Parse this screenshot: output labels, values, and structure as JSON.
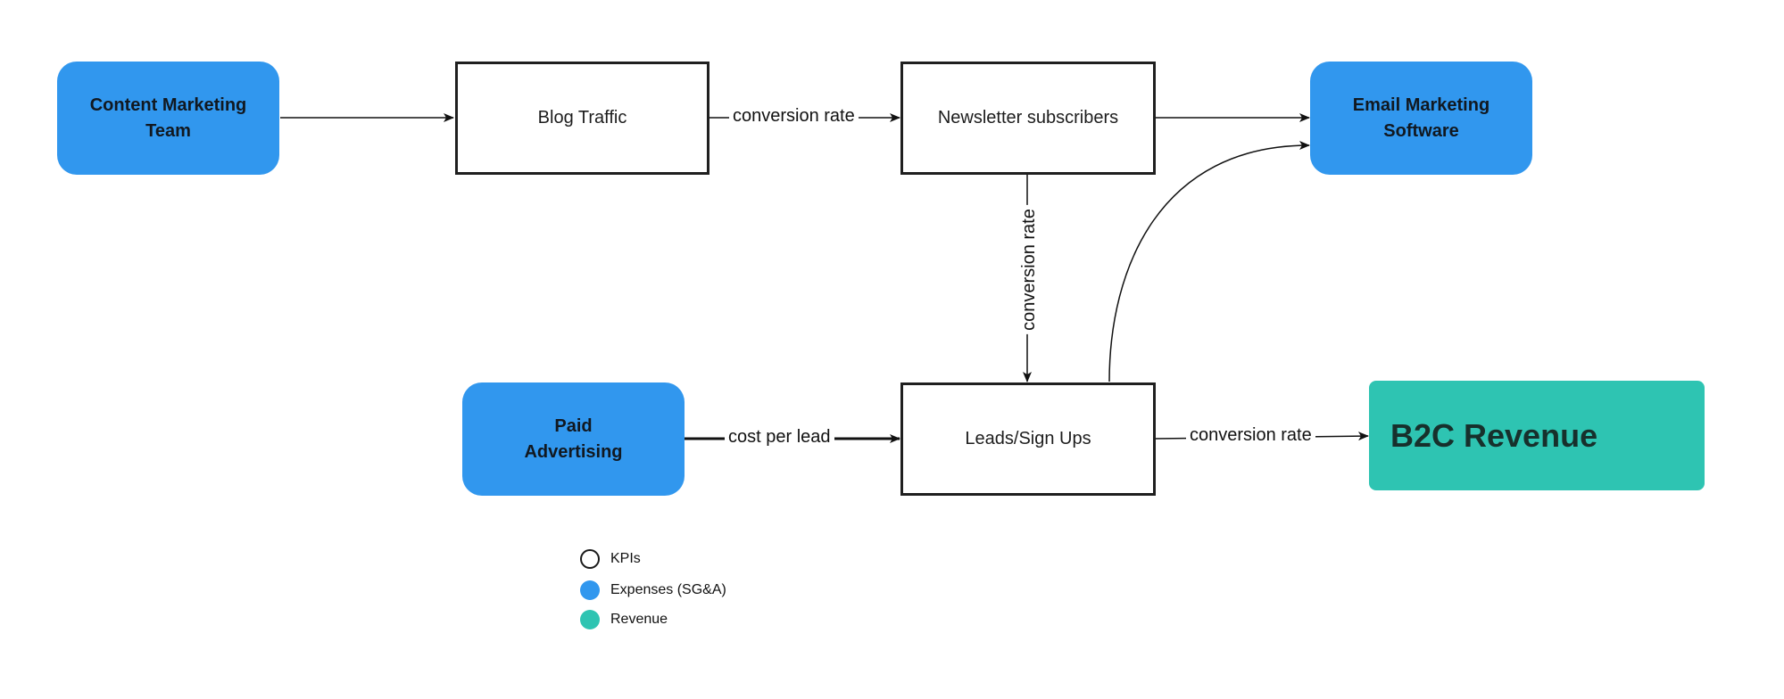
{
  "nodes": {
    "content_marketing": {
      "label": "Content Marketing Team",
      "category": "expense"
    },
    "blog_traffic": {
      "label": "Blog Traffic",
      "category": "kpi"
    },
    "newsletter_subscribers": {
      "label": "Newsletter subscribers",
      "category": "kpi"
    },
    "email_marketing": {
      "label": "Email Marketing Software",
      "category": "expense"
    },
    "paid_advertising": {
      "label": "Paid Advertising",
      "category": "expense"
    },
    "leads_signups": {
      "label": "Leads/Sign Ups",
      "category": "kpi"
    },
    "b2c_revenue": {
      "label": "B2C Revenue",
      "category": "revenue"
    }
  },
  "edges": [
    {
      "from": "content_marketing",
      "to": "blog_traffic",
      "label": ""
    },
    {
      "from": "blog_traffic",
      "to": "newsletter_subscribers",
      "label": "conversion rate"
    },
    {
      "from": "newsletter_subscribers",
      "to": "email_marketing",
      "label": ""
    },
    {
      "from": "newsletter_subscribers",
      "to": "leads_signups",
      "label": "conversion rate"
    },
    {
      "from": "leads_signups",
      "to": "email_marketing",
      "label": ""
    },
    {
      "from": "paid_advertising",
      "to": "leads_signups",
      "label": "cost per lead"
    },
    {
      "from": "leads_signups",
      "to": "b2c_revenue",
      "label": "conversion rate"
    }
  ],
  "legend": [
    {
      "label": "KPIs",
      "style": "outline",
      "color": "#1a1a1a"
    },
    {
      "label": "Expenses (SG&A)",
      "style": "filled",
      "color": "#3197ee"
    },
    {
      "label": "Revenue",
      "style": "filled",
      "color": "#2ec4b2"
    }
  ],
  "colors": {
    "expense": "#3197ee",
    "revenue": "#2ec4b2",
    "kpi_border": "#1f1f1f",
    "edge": "#111111"
  }
}
